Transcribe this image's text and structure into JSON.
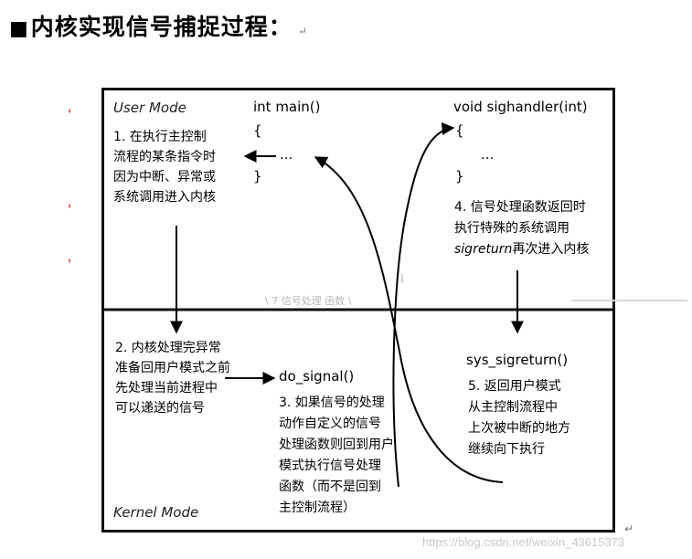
{
  "title": {
    "bullet": "■",
    "text": "内核实现信号捕捉过程：",
    "mark": "↵"
  },
  "user_mode_label": "User Mode",
  "kernel_mode_label": "Kernel Mode",
  "main_code": {
    "signature": "int main()",
    "open_brace": "{",
    "body": "...",
    "close_brace": "}"
  },
  "handler_code": {
    "signature": "void sighandler(int)",
    "open_brace": "{",
    "body": "...",
    "close_brace": "}"
  },
  "step1": [
    "1. 在执行主控制",
    "流程的某条指令时",
    "因为中断、异常或",
    "系统调用进入内核"
  ],
  "step2": [
    "2. 内核处理完异常",
    "准备回用户模式之前",
    "先处理当前进程中",
    "可以递送的信号"
  ],
  "do_signal": "do_signal()",
  "step3": [
    "3. 如果信号的处理",
    "动作自定义的信号",
    "处理函数则回到用户",
    "模式执行信号处理",
    "函数（而不是回到",
    "主控制流程）"
  ],
  "step4": {
    "line1": "4. 信号处理函数返回时",
    "line2": "执行特殊的系统调用",
    "line3_italic": "sigreturn",
    "line3_rest": "再次进入内核"
  },
  "sys_sigreturn": "sys_sigreturn()",
  "step5": [
    "5. 返回用户模式",
    "从主控制流程中",
    "上次被中断的地方",
    "继续向下执行"
  ],
  "faint_line": "\\ 7 信号处理 函数 \\",
  "watermark": "https://blog.csdn.net/weixin_43615373",
  "corner_mark": "↵"
}
